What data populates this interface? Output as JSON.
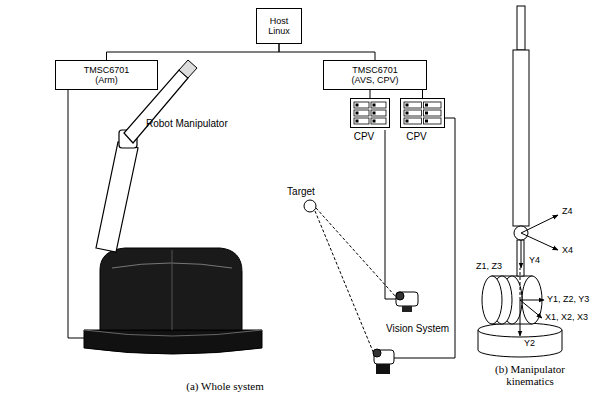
{
  "diagram": {
    "nodes": [
      {
        "text": [
          "Host Linux"
        ]
      },
      {
        "text": [
          "TMSC6701 (Arm)"
        ]
      },
      {
        "text": [
          "TMSC6701 (AVS, CPV)"
        ]
      },
      {
        "text": [
          "CPV"
        ]
      },
      {
        "text": [
          "CPV"
        ]
      },
      {
        "text": [
          "Target"
        ]
      }
    ],
    "edges": [
      {
        "from": 0,
        "to": 1,
        "arrow": "none"
      },
      {
        "from": 0,
        "to": 2,
        "arrow": "none"
      },
      {
        "from": 2,
        "to": 3,
        "arrow": "none"
      },
      {
        "from": 2,
        "to": 4,
        "arrow": "none"
      }
    ],
    "labels": [
      "Robot Manipulator",
      "Vision System",
      "Z4",
      "X4",
      "Y4",
      "Z1, Z3",
      "Y1, Z2, Y3",
      "X1, X2, X3",
      "Y2",
      "(a) Whole system",
      "(b) Manipulator kinematics"
    ]
  }
}
